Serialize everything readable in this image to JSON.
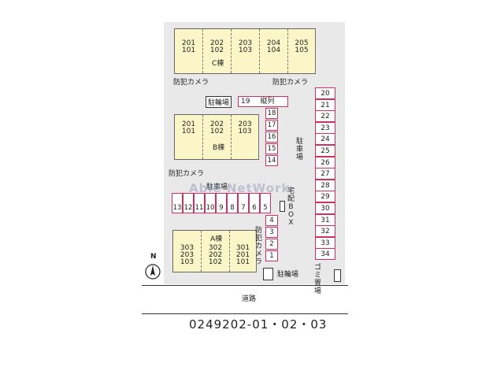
{
  "buildings": {
    "C": {
      "label": "C棟",
      "units": [
        [
          "201",
          "101"
        ],
        [
          "202",
          "102"
        ],
        [
          "203",
          "103"
        ],
        [
          "204",
          "104"
        ],
        [
          "205",
          "105"
        ]
      ]
    },
    "B": {
      "label": "B棟",
      "units": [
        [
          "201",
          "101"
        ],
        [
          "202",
          "102"
        ],
        [
          "203",
          "103"
        ]
      ]
    },
    "A": {
      "label": "A棟",
      "units": [
        [
          "303",
          "203",
          "103"
        ],
        [
          "302",
          "202",
          "102"
        ],
        [
          "301",
          "201",
          "101"
        ]
      ]
    }
  },
  "labels": {
    "camera": "防犯カメラ",
    "bicycle_parking": "駐輪場",
    "parking": "駐車場",
    "parking_vertical": "駐車場",
    "tandem": "縦列",
    "delivery_box": "宅配BOX",
    "garbage": "ゴミ置場",
    "road": "道路",
    "north": "N",
    "watermark": "Able NetWork",
    "property_code": "0249202-01・02・03"
  },
  "parking": {
    "tandem_stall": "19",
    "middle_column": [
      "18",
      "17",
      "16",
      "15",
      "14"
    ],
    "bottom_row": [
      "13",
      "12",
      "11",
      "10",
      "9",
      "8",
      "7",
      "6",
      "5"
    ],
    "lower_column": [
      "4",
      "3",
      "2",
      "1"
    ],
    "right_column": [
      "20",
      "21",
      "22",
      "23",
      "24",
      "25",
      "26",
      "27",
      "28",
      "29",
      "30",
      "31",
      "32",
      "33",
      "34"
    ]
  },
  "colors": {
    "building": "#fbf6c8",
    "stall_border": "#d03060",
    "lot": "#e9e9e9"
  }
}
